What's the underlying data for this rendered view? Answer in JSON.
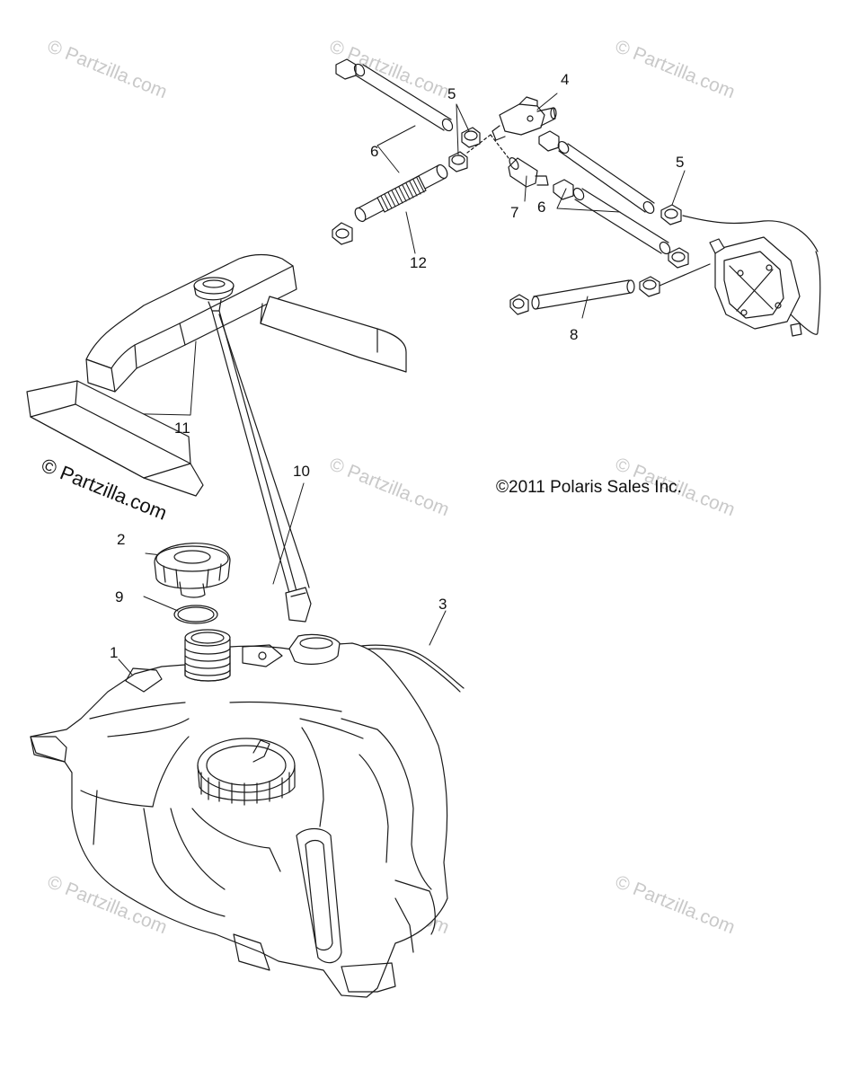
{
  "watermarks": {
    "light": "© Partzilla.com",
    "dark": "© Partzilla.com"
  },
  "copyright": "©2011 Polaris Sales Inc.",
  "callouts": {
    "c1": "1",
    "c2": "2",
    "c3": "3",
    "c4": "4",
    "c5a": "5",
    "c5b": "5",
    "c6a": "6",
    "c6b": "6",
    "c7": "7",
    "c8": "8",
    "c9": "9",
    "c10": "10",
    "c11": "11",
    "c12": "12"
  },
  "colors": {
    "line": "#1a1a1a",
    "watermark": "#c9c9c9"
  }
}
